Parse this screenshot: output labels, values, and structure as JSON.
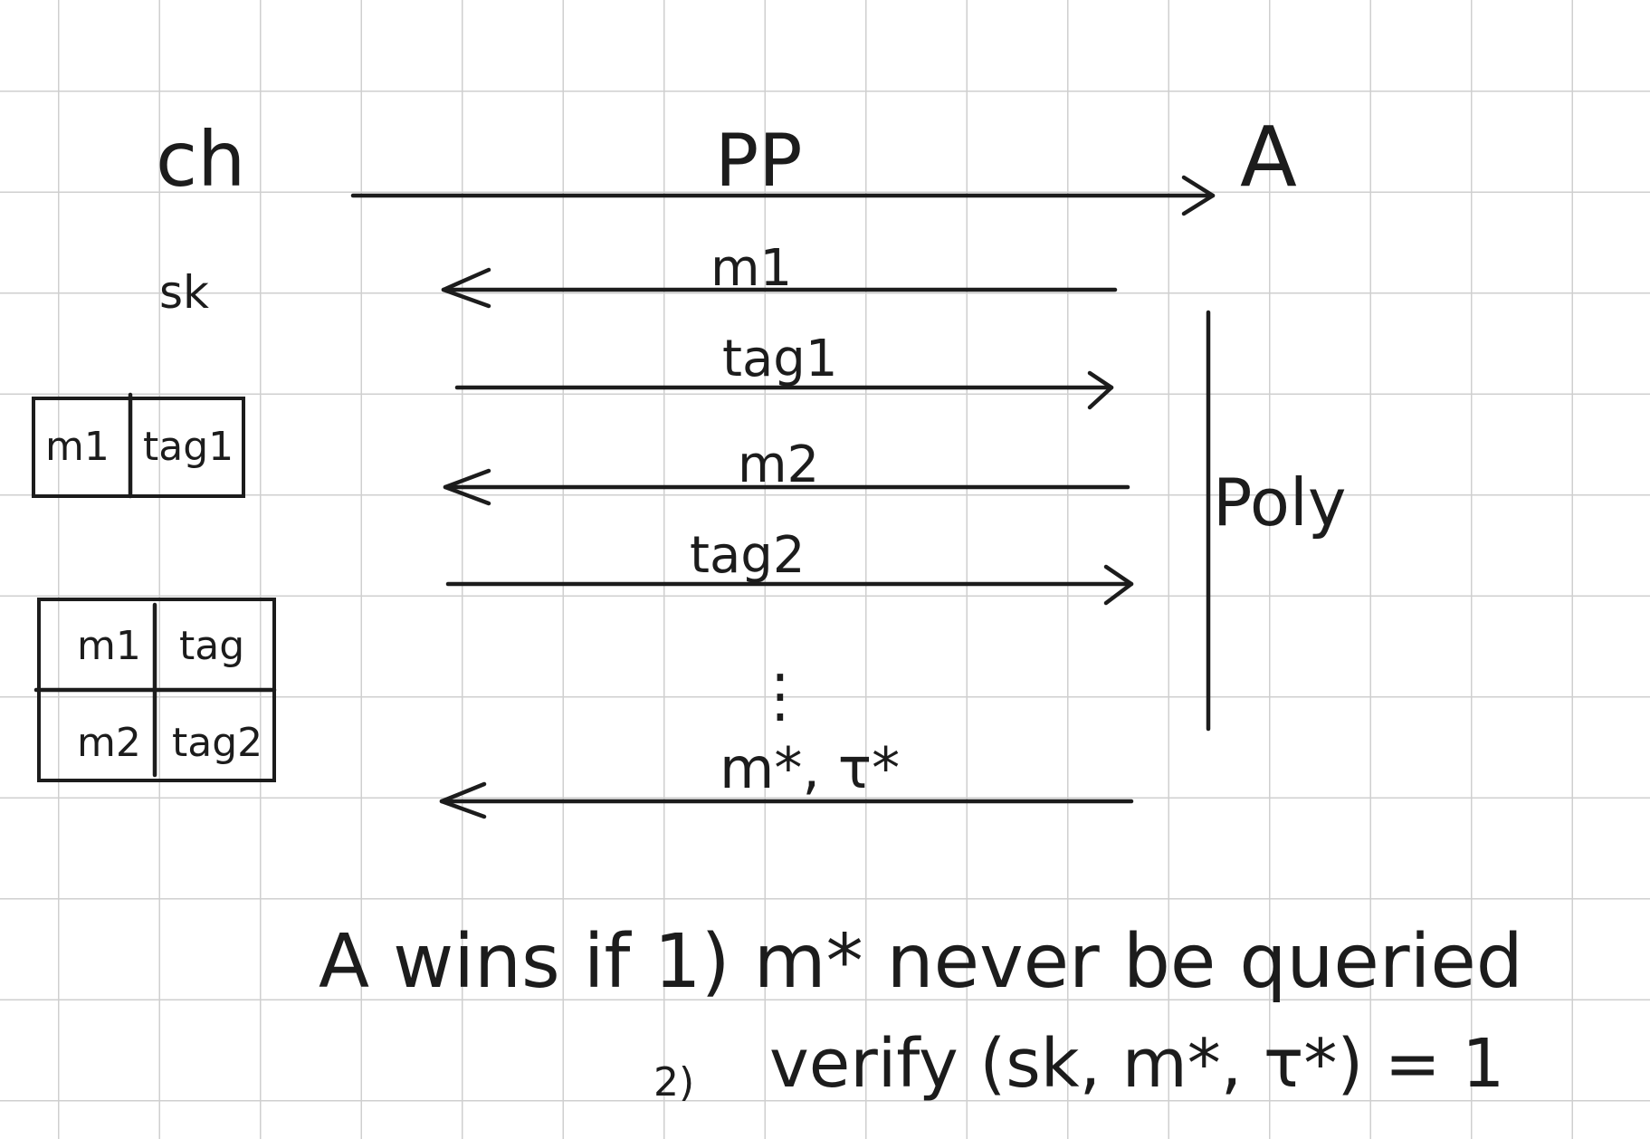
{
  "parties": {
    "challenger": "ch",
    "adversary": "A",
    "secret_key": "sk"
  },
  "messages": {
    "pp": "PP",
    "m1": "m1",
    "tag1": "tag1",
    "m2": "m2",
    "tag2": "tag2",
    "ellipsis": "⋮",
    "forgery": "m*, τ*"
  },
  "poly_label": "Poly",
  "table_one": {
    "rows": [
      [
        "m1",
        "tag1"
      ]
    ]
  },
  "table_two": {
    "rows": [
      [
        "m1",
        "tag"
      ],
      [
        "m2",
        "tag2"
      ]
    ]
  },
  "win_condition": {
    "line1": "A wins if 1) m* never be queried",
    "line2_num": "2)",
    "line2": "verify (sk, m*, τ*) = 1"
  }
}
